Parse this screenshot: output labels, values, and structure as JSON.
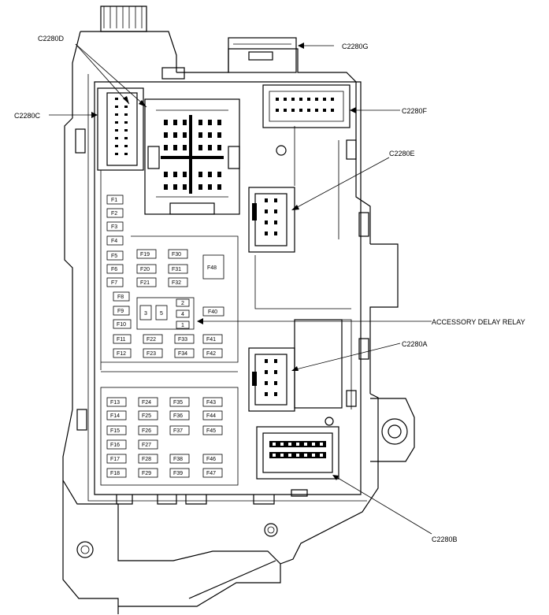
{
  "callouts": {
    "c2280d": "C2280D",
    "c2280g": "C2280G",
    "c2280c": "C2280C",
    "c2280f": "C2280F",
    "c2280e": "C2280E",
    "accessory_relay": "ACCESSORY DELAY RELAY",
    "c2280a": "C2280A",
    "c2280b": "C2280B"
  },
  "fuses_left": [
    "F1",
    "F2",
    "F3",
    "F4",
    "F5",
    "F6",
    "F7",
    "F8",
    "F9",
    "F10",
    "F11",
    "F12"
  ],
  "fuses_col2_top": [
    "F19",
    "F20",
    "F21"
  ],
  "fuses_col3_top": [
    "F30",
    "F31",
    "F32"
  ],
  "fuse_big": "F48",
  "relay_numbers": [
    "2",
    "3",
    "5",
    "4",
    "1"
  ],
  "fuse_f40": "F40",
  "fuses_row_mid1": [
    "F22",
    "F33",
    "F41"
  ],
  "fuses_row_mid2": [
    "F23",
    "F34",
    "F42"
  ],
  "fuses_lower_col1": [
    "F13",
    "F14",
    "F15",
    "F16",
    "F17",
    "F18"
  ],
  "fuses_lower_col2": [
    "F24",
    "F25",
    "F26",
    "F27",
    "F28",
    "F29"
  ],
  "fuses_lower_col3": [
    "F35",
    "F36",
    "F37",
    "",
    "F38",
    "F39"
  ],
  "fuses_lower_col4": [
    "F43",
    "F44",
    "F45",
    "",
    "F46",
    "F47"
  ]
}
